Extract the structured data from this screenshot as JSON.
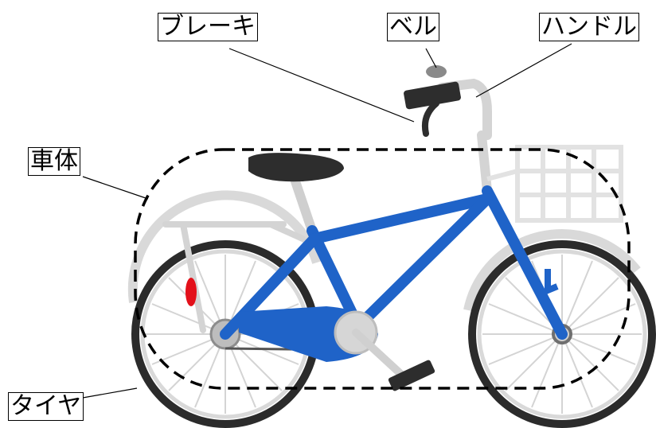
{
  "labels": {
    "brake": "ブレーキ",
    "bell": "ベル",
    "handle": "ハンドル",
    "body": "車体",
    "tire": "タイヤ"
  },
  "colors": {
    "frame_blue": "#1f63c8",
    "frame_blue_dark": "#174fa5",
    "tire_dark": "#2b2b2b",
    "rim_gray": "#d9d9d9",
    "part_gray": "#cfcfcf",
    "saddle_black": "#2d2d2d",
    "reflector_red": "#e3101a",
    "dash_outline": "#000000"
  }
}
